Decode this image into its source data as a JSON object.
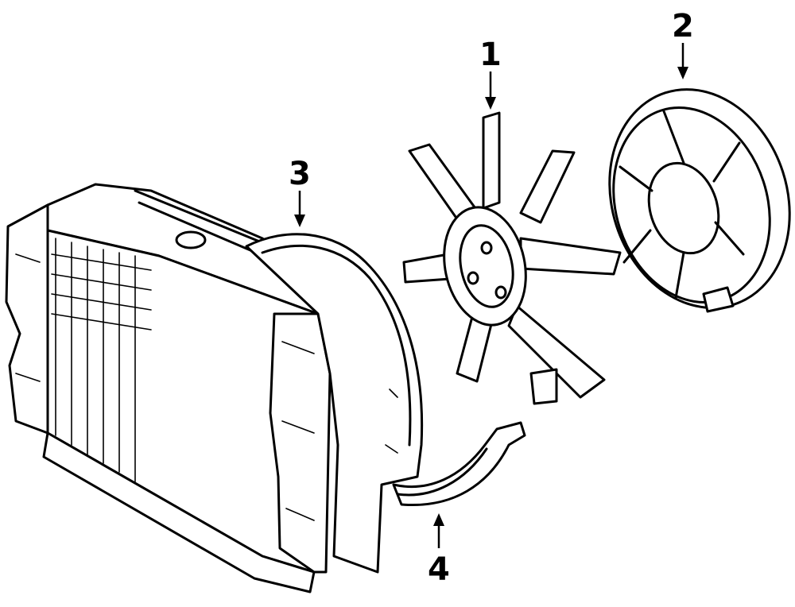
{
  "callouts": [
    {
      "id": "1",
      "label": "1",
      "part": "fan"
    },
    {
      "id": "2",
      "label": "2",
      "part": "fan-clutch"
    },
    {
      "id": "3",
      "label": "3",
      "part": "shroud"
    },
    {
      "id": "4",
      "label": "4",
      "part": "lower-shroud"
    }
  ],
  "colors": {
    "ink": "#000000",
    "background": "#ffffff"
  }
}
